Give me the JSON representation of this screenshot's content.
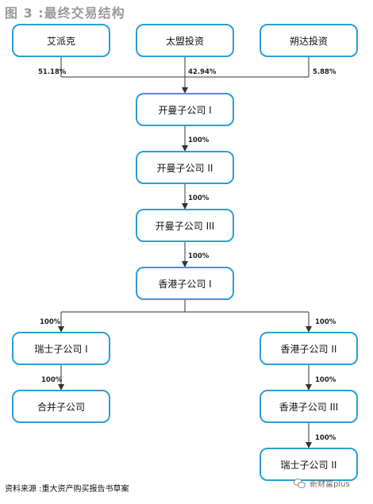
{
  "title": "图 3 :最终交易结构",
  "nodes": {
    "aipaike": "艾派克",
    "taimeng": "太盟投资",
    "shuoda": "朔达投资",
    "kaiman1": "开曼子公司 I",
    "kaiman2": "开曼子公司 II",
    "kaiman3": "开曼子公司 III",
    "hk1": "香港子公司 I",
    "swiss1": "瑞士子公司 I",
    "hk2": "香港子公司 II",
    "jv": "合并子公司",
    "hk3": "香港子公司 III",
    "swiss2": "瑞士子公司 II"
  },
  "edges": {
    "aipaike_pct": "51.18%",
    "taimeng_pct": "42.94%",
    "shuoda_pct": "5.88%",
    "k1_k2": "100%",
    "k2_k3": "100%",
    "k3_hk1": "100%",
    "hk1_swiss1": "100%",
    "hk1_hk2": "100%",
    "swiss1_jv": "100%",
    "hk2_hk3": "100%",
    "hk3_swiss2": "100%"
  },
  "source": "资料来源 :重大资产购买报告书草案",
  "watermark": "新财富plus",
  "colors": {
    "box_border": "#2a9fd6",
    "line": "#333333"
  }
}
